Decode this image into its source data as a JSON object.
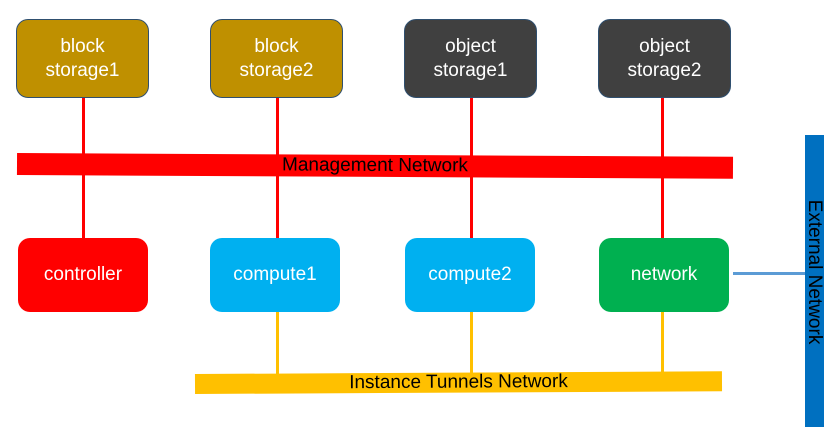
{
  "networks": {
    "management": {
      "label": "Management Network",
      "color": "#ff0000"
    },
    "tunnels": {
      "label": "Instance Tunnels Network",
      "color": "#ffc000"
    },
    "external": {
      "label": "External Network",
      "color": "#0070c0"
    }
  },
  "storage_nodes": [
    {
      "line1": "block",
      "line2": "storage1",
      "color": "#bf9000"
    },
    {
      "line1": "block",
      "line2": "storage2",
      "color": "#bf9000"
    },
    {
      "line1": "object",
      "line2": "storage1",
      "color": "#404040"
    },
    {
      "line1": "object",
      "line2": "storage2",
      "color": "#404040"
    }
  ],
  "hosts": [
    {
      "label": "controller",
      "color": "#ff0000"
    },
    {
      "label": "compute1",
      "color": "#00b0f0"
    },
    {
      "label": "compute2",
      "color": "#00b0f0"
    },
    {
      "label": "network",
      "color": "#00b050"
    }
  ]
}
